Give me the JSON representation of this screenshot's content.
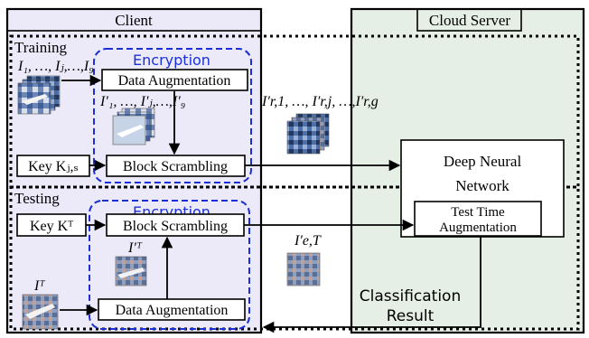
{
  "client": {
    "title": "Client"
  },
  "server": {
    "title": "Cloud Server"
  },
  "training": {
    "label": "Training",
    "encryption_label": "Encryption",
    "input_images_label": "I₁, …, Iⱼ,…,I₉",
    "augmented_images_label": "I′₁, …, I′ⱼ,…,I′₉",
    "data_augmentation": "Data Augmentation",
    "key_label": "Key Kⱼ,ₛ",
    "block_scrambling": "Block Scrambling",
    "scrambled_images_label": "I′r,1, …, I′r,j, …,I′r,g"
  },
  "testing": {
    "label": "Testing",
    "encryption_label": "Encryption",
    "key_label": "Key Kᵀ",
    "block_scrambling": "Block Scrambling",
    "augmented_image_label": "I′ᵀ",
    "input_image_label": "Iᵀ",
    "data_augmentation": "Data Augmentation",
    "encrypted_label": "I′e,T"
  },
  "dnn": {
    "line1": "Deep Neural",
    "line2": "Network"
  },
  "tta": {
    "line1": "Test Time",
    "line2": "Augmentation"
  },
  "result": {
    "line1": "Classification",
    "line2": "Result"
  },
  "colors": {
    "client_bg": "#eceaf8",
    "server_bg": "#e6efe6",
    "encryption_border": "#1a2fd6",
    "encryption_text": "#1a2fd6"
  }
}
